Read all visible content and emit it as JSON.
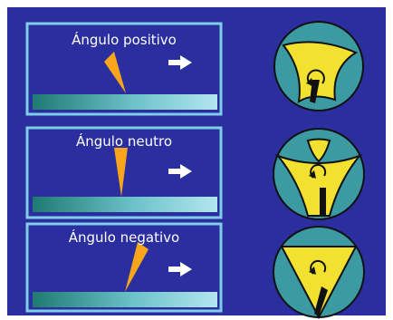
{
  "panels": [
    {
      "label": "Ángulo positivo",
      "angle": "positive"
    },
    {
      "label": "Ángulo neutro",
      "angle": "neutral"
    },
    {
      "label": "Ángulo negativo",
      "angle": "negative"
    }
  ],
  "colors": {
    "background": "#2a2e9e",
    "frame": "#7fcde9",
    "tool": "#f7a51a",
    "insert": "#f3e12f",
    "holder": "#3c9aa3",
    "workpiece_left": "#1f7a72",
    "workpiece_right": "#a9e2ee",
    "arrow": "#ffffff"
  },
  "icons": [
    "arrow-right-icon",
    "rotation-arrow-icon"
  ]
}
